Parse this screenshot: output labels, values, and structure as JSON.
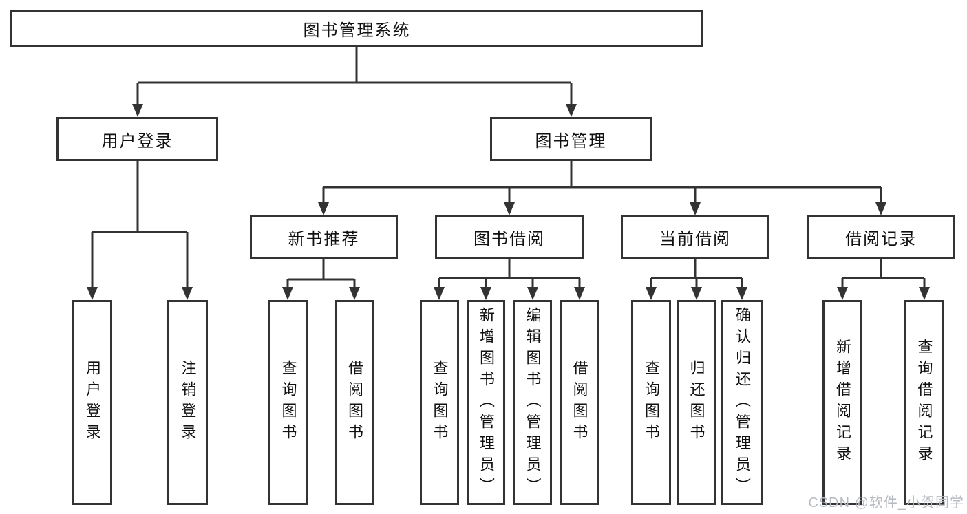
{
  "diagram": {
    "nodes": {
      "root": {
        "label": "图书管理系统"
      },
      "user_login": {
        "label": "用户登录"
      },
      "book_mgmt": {
        "label": "图书管理"
      },
      "new_book": {
        "label": "新书推荐"
      },
      "book_borrow": {
        "label": "图书借阅"
      },
      "current_borrow": {
        "label": "当前借阅"
      },
      "borrow_record": {
        "label": "借阅记录"
      },
      "leaf_user_login": {
        "label": "用户登录"
      },
      "leaf_logout": {
        "label": "注销登录"
      },
      "leaf_nb_query": {
        "label": "查询图书"
      },
      "leaf_nb_borrow": {
        "label": "借阅图书"
      },
      "leaf_bb_query": {
        "label": "查询图书"
      },
      "leaf_bb_add": {
        "label": "新增图书（管理员）"
      },
      "leaf_bb_edit": {
        "label": "编辑图书（管理员）"
      },
      "leaf_bb_borrow": {
        "label": "借阅图书"
      },
      "leaf_cb_query": {
        "label": "查询图书"
      },
      "leaf_cb_return": {
        "label": "归还图书"
      },
      "leaf_cb_confirm": {
        "label": "确认归还（管理员）"
      },
      "leaf_br_add": {
        "label": "新增借阅记录"
      },
      "leaf_br_query": {
        "label": "查询借阅记录"
      }
    },
    "watermark": {
      "text": "CSDN @软件_小贺同学"
    },
    "colors": {
      "line": "#333333",
      "text": "#111111",
      "watermark": "#b5bac1",
      "background": "#ffffff"
    }
  }
}
